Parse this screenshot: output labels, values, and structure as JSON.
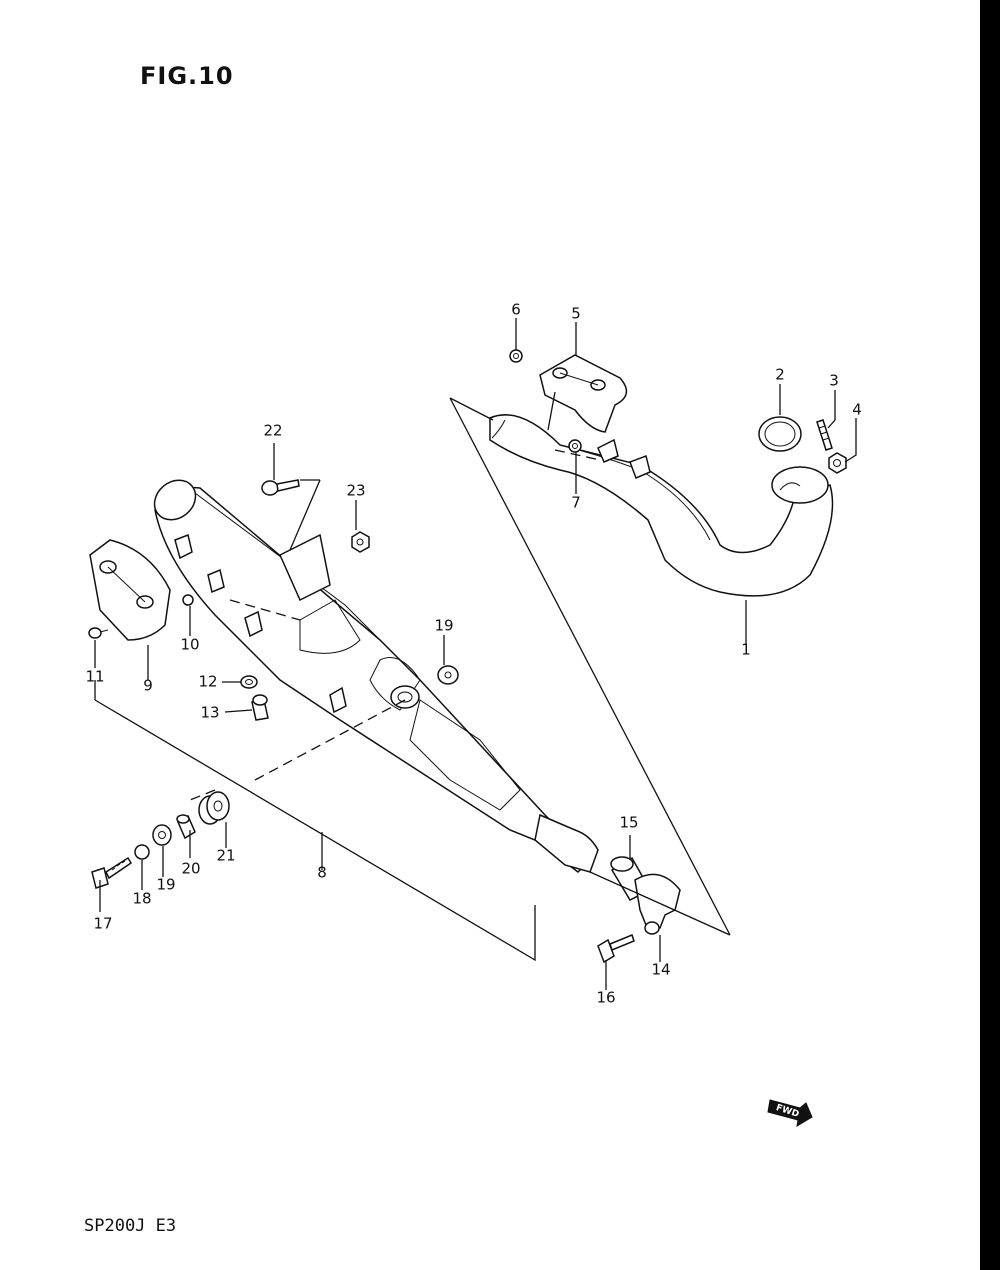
{
  "figure": {
    "title": "FIG.10",
    "model": "SP200J E3"
  },
  "fwd_label": "FWD",
  "callouts": [
    {
      "id": "1",
      "label": "1"
    },
    {
      "id": "2",
      "label": "2"
    },
    {
      "id": "3",
      "label": "3"
    },
    {
      "id": "4",
      "label": "4"
    },
    {
      "id": "5",
      "label": "5"
    },
    {
      "id": "6",
      "label": "6"
    },
    {
      "id": "7",
      "label": "7"
    },
    {
      "id": "8",
      "label": "8"
    },
    {
      "id": "9",
      "label": "9"
    },
    {
      "id": "10",
      "label": "10"
    },
    {
      "id": "11",
      "label": "11"
    },
    {
      "id": "12",
      "label": "12"
    },
    {
      "id": "13",
      "label": "13"
    },
    {
      "id": "14",
      "label": "14"
    },
    {
      "id": "15",
      "label": "15"
    },
    {
      "id": "16",
      "label": "16"
    },
    {
      "id": "17",
      "label": "17"
    },
    {
      "id": "18",
      "label": "18"
    },
    {
      "id": "19a",
      "label": "19"
    },
    {
      "id": "19b",
      "label": "19"
    },
    {
      "id": "20",
      "label": "20"
    },
    {
      "id": "21",
      "label": "21"
    },
    {
      "id": "22",
      "label": "22"
    },
    {
      "id": "23",
      "label": "23"
    }
  ]
}
